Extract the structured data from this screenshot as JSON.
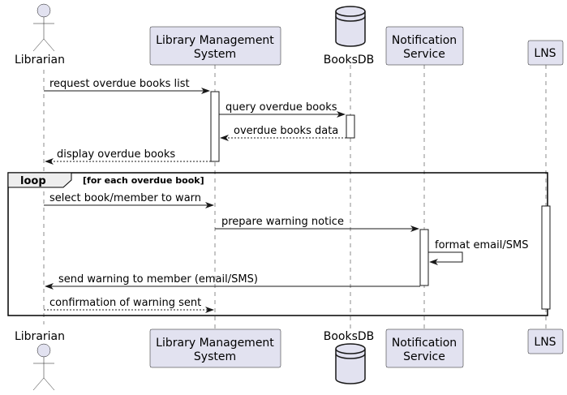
{
  "participants": {
    "librarian": {
      "label": "Librarian"
    },
    "lms": {
      "label_line1": "Library Management",
      "label_line2": "System"
    },
    "booksdb": {
      "label": "BooksDB"
    },
    "notification": {
      "label_line1": "Notification",
      "label_line2": "Service"
    },
    "lns": {
      "label": "LNS"
    }
  },
  "messages": {
    "m1": "request overdue books list",
    "m2": "query overdue books",
    "m3": "overdue books data",
    "m4": "display overdue books",
    "m5": "select book/member to warn",
    "m6": "prepare warning notice",
    "m7": "format email/SMS",
    "m8": "send warning to member (email/SMS)",
    "m9": "confirmation of warning sent"
  },
  "loop": {
    "keyword": "loop",
    "condition": "[for each overdue book]"
  }
}
